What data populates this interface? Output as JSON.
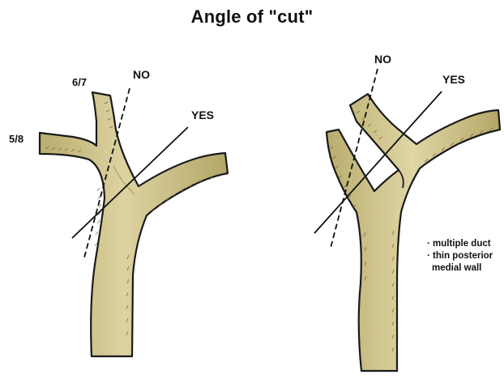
{
  "title": "Angle of \"cut\"",
  "left_panel": {
    "labels": {
      "duct_upper": "6/7",
      "duct_lower": "5/8",
      "cut_bad": "NO",
      "cut_good": "YES"
    }
  },
  "right_panel": {
    "labels": {
      "cut_bad": "NO",
      "cut_good": "YES"
    },
    "notes": [
      "· multiple duct",
      "· thin posterior",
      "medial wall"
    ]
  },
  "colors": {
    "duct_fill": "#cdc088",
    "duct_fill_light": "#ddd3a2",
    "duct_shadow": "#a29658",
    "outline": "#1a1a1a",
    "background": "#ffffff"
  }
}
